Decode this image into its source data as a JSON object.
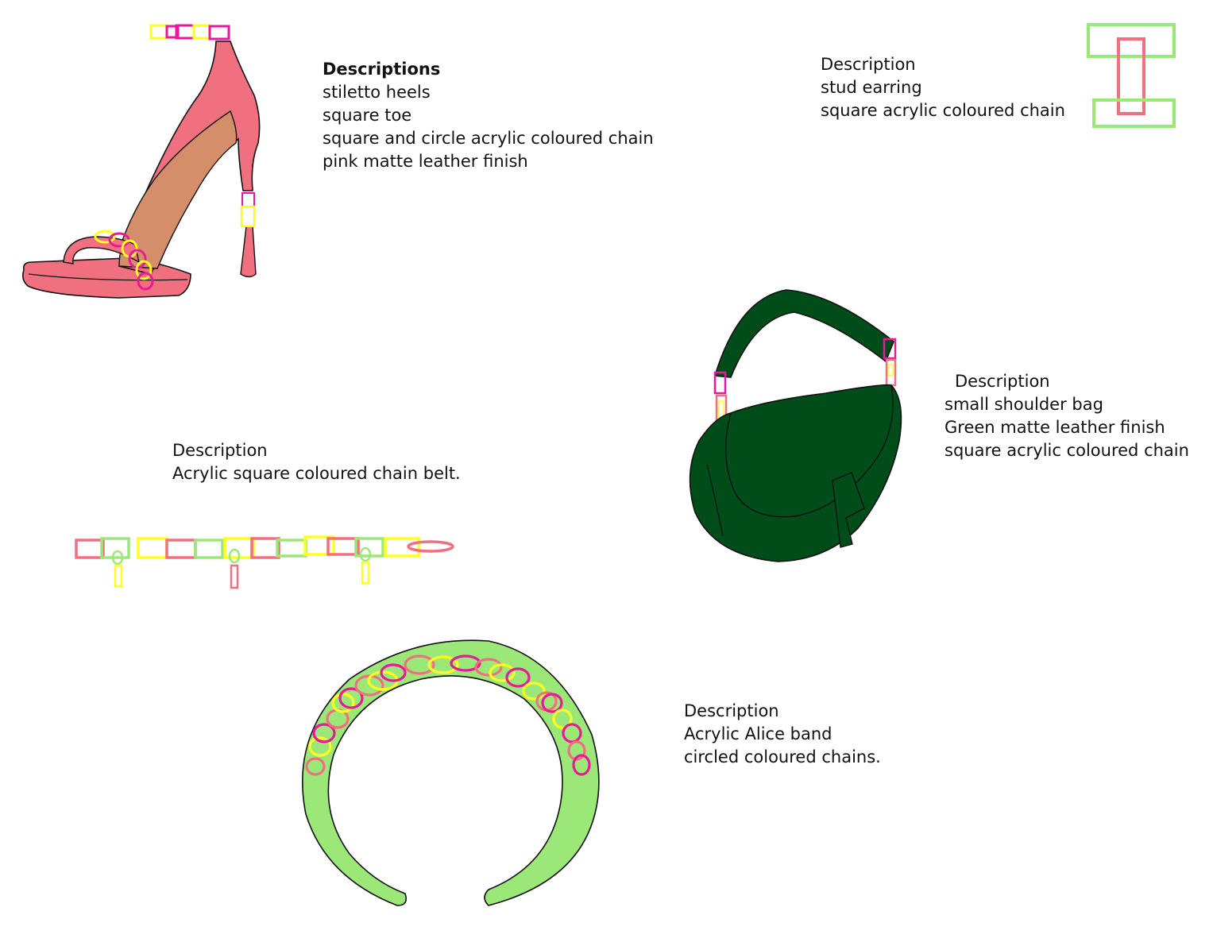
{
  "colors": {
    "pink": "#f0707f",
    "magenta": "#e8199a",
    "yellow": "#ffff22",
    "light_green": "#9be879",
    "green_outline": "#8fe06a",
    "dark_green": "#004d1a",
    "tan": "#d58e6a",
    "stroke": "#111111"
  },
  "shoe": {
    "heading": "Descriptions",
    "lines": [
      "stiletto heels",
      "square toe",
      "square and circle acrylic coloured chain",
      "pink matte leather finish"
    ]
  },
  "earring": {
    "heading": "Description",
    "lines": [
      "stud  earring",
      "square acrylic coloured chain"
    ]
  },
  "bag": {
    "heading": "Description",
    "lines": [
      "small shoulder bag",
      "Green matte leather finish",
      "square acrylic coloured chain"
    ]
  },
  "belt": {
    "heading": "Description",
    "lines": [
      "Acrylic square coloured chain belt."
    ]
  },
  "headband": {
    "heading": "Description",
    "lines": [
      "Acrylic Alice band",
      "circled coloured chains."
    ]
  }
}
